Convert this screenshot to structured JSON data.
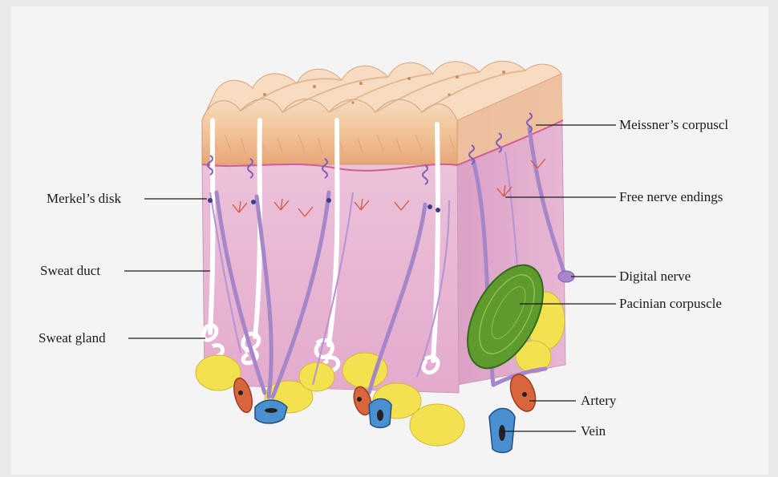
{
  "labels": {
    "meissners_corpuscle": "Meissner’s corpuscl",
    "merkels_disk": "Merkel’s disk",
    "free_nerve_endings": "Free nerve endings",
    "sweat_duct": "Sweat duct",
    "digital_nerve": "Digital nerve",
    "pacinian_corpuscle": "Pacinian corpuscle",
    "sweat_gland": "Sweat gland",
    "artery": "Artery",
    "vein": "Vein"
  },
  "colors": {
    "epidermis": "#f2c9a0",
    "dermis": "#e9b7d6",
    "nerve": "#a586c9",
    "fat": "#f4e45a",
    "pacinian": "#5e9a2e",
    "artery": "#d9653c",
    "vein": "#4a8fcf"
  }
}
